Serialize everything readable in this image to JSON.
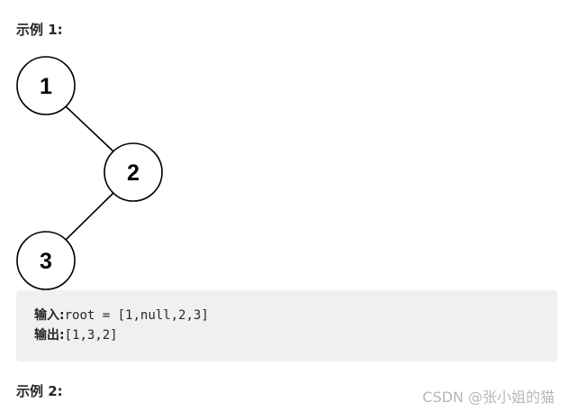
{
  "example_1": {
    "heading": "示例 1:",
    "tree": {
      "nodes": [
        {
          "id": "n1",
          "label": "1"
        },
        {
          "id": "n2",
          "label": "2"
        },
        {
          "id": "n3",
          "label": "3"
        }
      ],
      "edges": [
        {
          "from": "1",
          "to": "2"
        },
        {
          "from": "2",
          "to": "3"
        }
      ]
    },
    "input_label": "输入:",
    "input_value": "root = [1,null,2,3]",
    "output_label": "输出:",
    "output_value": "[1,3,2]"
  },
  "example_2": {
    "heading": "示例 2:"
  },
  "watermark": "CSDN @张小姐的猫"
}
